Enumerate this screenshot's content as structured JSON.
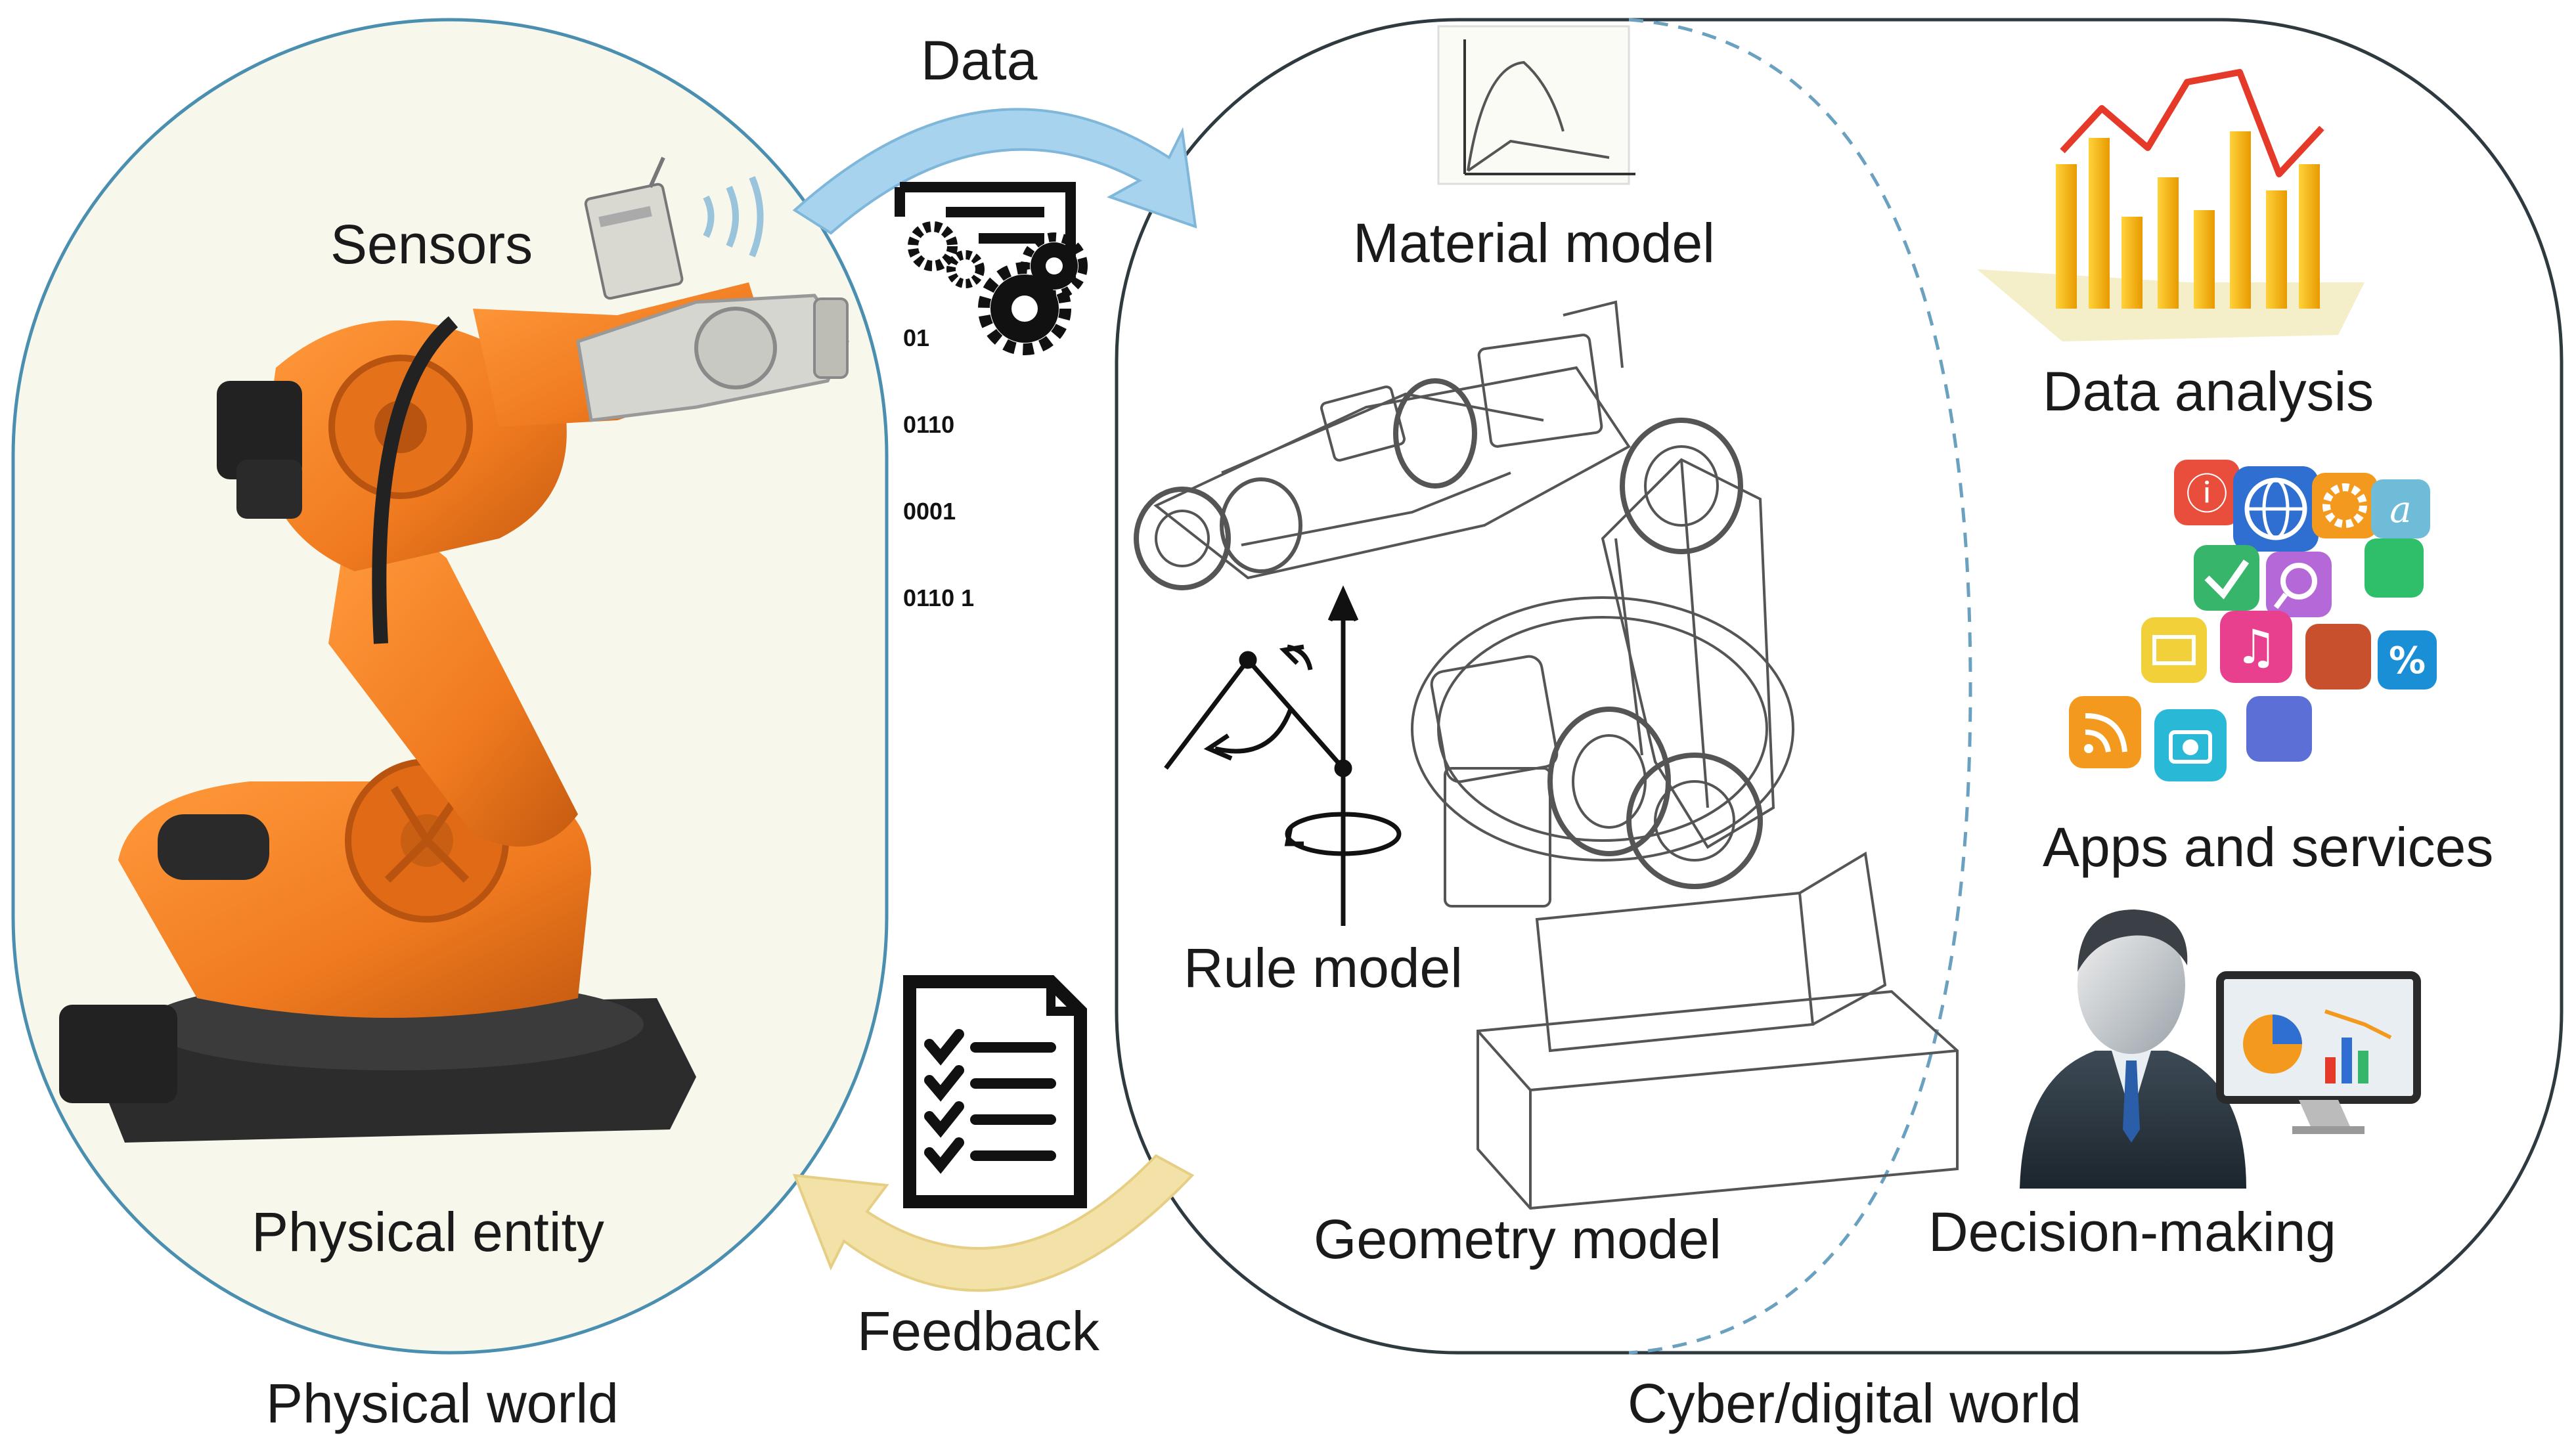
{
  "labels": {
    "data": "Data",
    "feedback": "Feedback",
    "sensors": "Sensors",
    "physical_entity": "Physical entity",
    "physical_world": "Physical world",
    "material_model": "Material model",
    "rule_model": "Rule model",
    "geometry_model": "Geometry model",
    "data_analysis": "Data analysis",
    "apps_services": "Apps and services",
    "decision_making": "Decision-making",
    "cyber_world": "Cyber/digital world"
  },
  "binary_lines": [
    "01",
    "0110",
    "0001",
    "0110 1"
  ],
  "colors": {
    "physical_bg": "#f7f7ec",
    "outline": "#4a8fb0",
    "robot_orange": "#f07a1f",
    "data_arrow": "#a8d3ee",
    "feedback_arrow": "#f3e2a8",
    "chart_bar": "#f5b400",
    "chart_line": "#e53a2a"
  }
}
